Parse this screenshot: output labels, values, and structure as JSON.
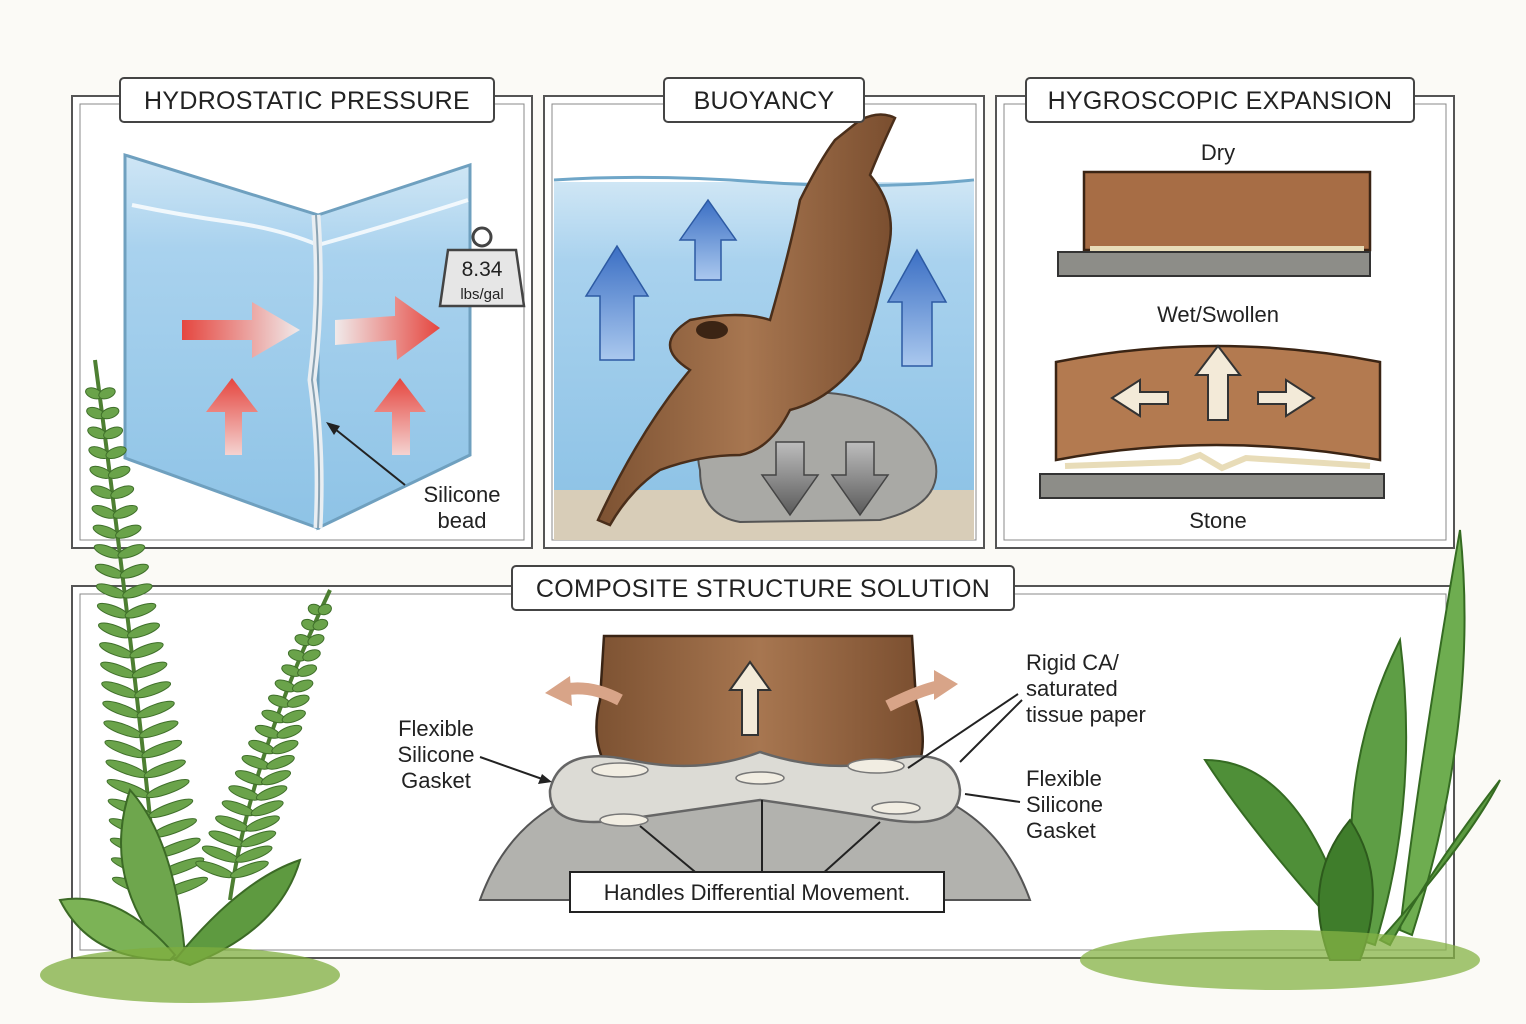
{
  "panels": {
    "hydrostatic": {
      "title": "HYDROSTATIC PRESSURE",
      "weight_value": "8.34",
      "weight_unit": "lbs/gal",
      "silicone_line1": "Silicone",
      "silicone_line2": "bead"
    },
    "buoyancy": {
      "title": "BUOYANCY"
    },
    "hygroscopic": {
      "title": "HYGROSCOPIC EXPANSION",
      "dry_label": "Dry",
      "wet_label": "Wet/Swollen",
      "stone_label": "Stone"
    },
    "composite": {
      "title": "COMPOSITE STRUCTURE SOLUTION",
      "left_gasket": [
        "Flexible",
        "Silicone",
        "Gasket"
      ],
      "rigid": [
        "Rigid CA/",
        "saturated",
        "tissue paper"
      ],
      "right_gasket": [
        "Flexible",
        "Silicone",
        "Gasket"
      ],
      "caption": "Handles Differential Movement."
    }
  },
  "colors": {
    "water": "#9fcbe8",
    "pressure_arrow": "#e8504a",
    "buoyancy_arrow": "#3f74c8",
    "gravity_arrow": "#6e6e6e",
    "wood": "#9a6a45",
    "stone": "#a7a7a3",
    "foliage": "#5e9e45"
  }
}
